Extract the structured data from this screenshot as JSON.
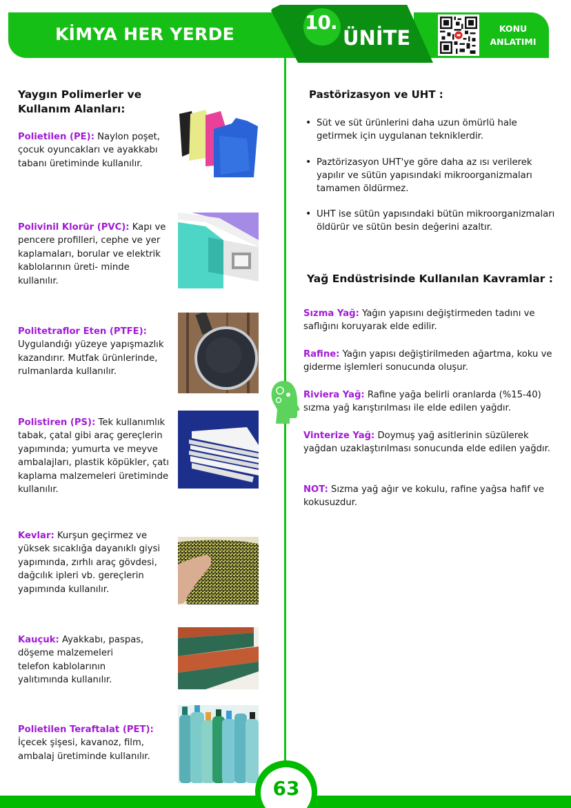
{
  "header": {
    "title": "KİMYA HER YERDE",
    "unit_number": "10.",
    "unit_label": "ÜNİTE",
    "qr_icon": "qr-code-icon",
    "konu_line1": "KONU",
    "konu_line2": "ANLATIMI"
  },
  "colors": {
    "brand_green": "#15bf15",
    "dark_green": "#0b8f12",
    "term_purple": "#a11ad4"
  },
  "left": {
    "title_line1": "Yaygın Polimerler ve",
    "title_line2": "Kullanım Alanları:",
    "items": [
      {
        "term": "Polietilen (PE):",
        "text": " Naylon poşet, çocuk oyuncakları ve ayakkabı tabanı üretiminde kullanılır.",
        "image": "plastic-bags-photo"
      },
      {
        "term": "Polivinil Klorür (PVC):",
        "text": " Kapı ve pencere profilleri, cephe ve yer kaplamaları, borular ve elektrik kablolarının üreti- minde kullanılır.",
        "image": "pvc-profiles-photo"
      },
      {
        "term": "Politetraflor Eten (PTFE):",
        "text": " Uygulandığı yüzeye yapışmazlık kazandırır. Mutfak ürünlerinde, rulmanlarda kullanılır.",
        "image": "non-stick-pan-photo"
      },
      {
        "term": "Polistiren (PS):",
        "text": " Tek kullanımlık tabak, çatal gibi araç gereçlerin yapımında; yumurta ve meyve ambalajları, plastik köpükler, çatı kaplama malzemeleri üretiminde kullanılır.",
        "image": "styrofoam-sheets-photo"
      },
      {
        "term": "Kevlar:",
        "text": " Kurşun geçirmez ve yüksek sıcaklığa dayanıklı giysi yapımında, zırhlı araç gövdesi, dağcılık ipleri vb. gereçlerin yapımında kullanılır.",
        "image": "kevlar-fabric-photo"
      },
      {
        "term": "Kauçuk:",
        "text": " Ayakkabı, paspas, döşeme malzemeleri telefon kablolarının yalıtımında kullanılır.",
        "image": "rubber-tiles-photo"
      },
      {
        "term": "Polietilen Teraftalat (PET):",
        "text": " İçecek şişesi, kavanoz, film, ambalaj üretiminde kullanılır.",
        "image": "pet-bottles-photo"
      }
    ]
  },
  "right": {
    "section1_title": "Pastörizasyon ve UHT :",
    "bullets": [
      "Süt ve süt ürünlerini daha uzun ömürlü hale getirmek için uygulanan tekniklerdir.",
      "Paztörizasyon UHT'ye göre daha az ısı verilerek yapılır ve sütün yapısındaki mikroorganizmaları tamamen öldürmez.",
      "UHT ise sütün yapısındaki bütün mikroorganizmaları öldürür ve sütün besin değerini azaltır."
    ],
    "section2_title": "Yağ Endüstrisinde Kullanılan Kavramlar :",
    "terms": [
      {
        "term": "Sızma Yağ:",
        "text": " Yağın yapısını değiştirmeden tadını ve saflığını koruyarak elde edilir."
      },
      {
        "term": "Rafine:",
        "text": " Yağın yapısı değiştirilmeden ağartma, koku ve giderme işlemleri sonucunda oluşur."
      },
      {
        "term": "Riviera Yağ:",
        "text": " Rafine yağa belirli oranlarda (%15-40) sızma yağ karıştırılması ile elde edilen yağdır."
      },
      {
        "term": "Vinterize Yağ:",
        "text": " Doymuş yağ asitlerinin süzülerek yağdan uzaklaştırılması sonucunda elde edilen yağdır."
      },
      {
        "term": "NOT:",
        "text": " Sızma yağ ağır ve kokulu, rafine yağsa hafif ve kokusuzdur."
      }
    ]
  },
  "footer": {
    "page_number": "63"
  }
}
